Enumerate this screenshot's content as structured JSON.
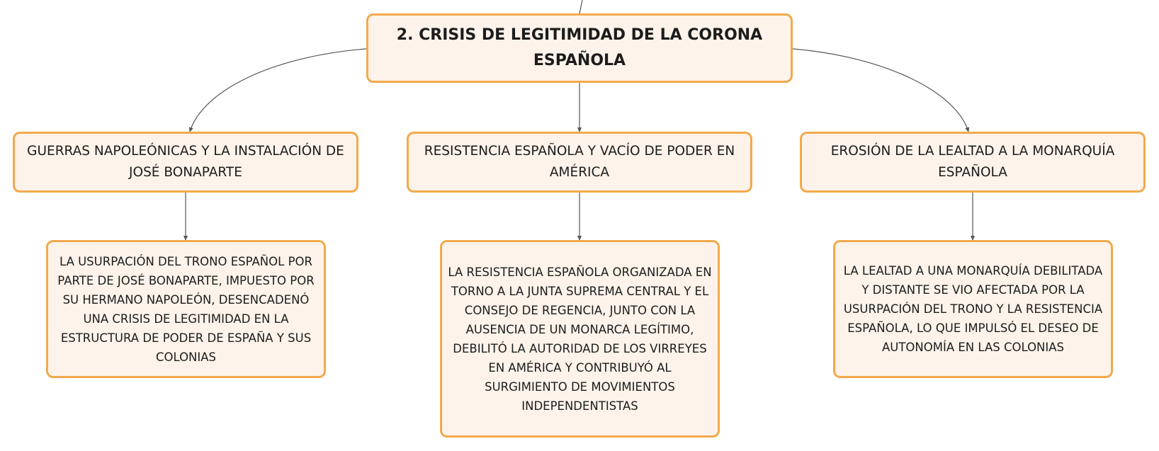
{
  "colors": {
    "node_fill": "#fdf3ea",
    "node_border": "#f3a94c",
    "connector": "#555555",
    "text": "#1c1c1c"
  },
  "root": {
    "label": "2. CRISIS DE LEGITIMIDAD DE LA CORONA ESPAÑOLA"
  },
  "topics": [
    {
      "label": "GUERRAS NAPOLEÓNICAS Y LA INSTALACIÓN DE JOSÉ BONAPARTE",
      "detail": "LA USURPACIÓN DEL TRONO ESPAÑOL POR PARTE DE JOSÉ BONAPARTE, IMPUESTO POR SU HERMANO NAPOLEÓN, DESENCADENÓ UNA CRISIS DE LEGITIMIDAD EN LA ESTRUCTURA DE PODER DE ESPAÑA Y SUS COLONIAS"
    },
    {
      "label": "RESISTENCIA ESPAÑOLA Y VACÍO DE PODER EN AMÉRICA",
      "detail": "LA RESISTENCIA ESPAÑOLA ORGANIZADA EN TORNO A LA JUNTA SUPREMA CENTRAL Y EL CONSEJO DE REGENCIA, JUNTO CON LA AUSENCIA DE UN MONARCA LEGÍTIMO, DEBILITÓ LA AUTORIDAD DE LOS VIRREYES EN AMÉRICA Y CONTRIBUYÓ AL SURGIMIENTO DE MOVIMIENTOS INDEPENDENTISTAS"
    },
    {
      "label": "EROSIÓN DE LA LEALTAD A LA MONARQUÍA ESPAÑOLA",
      "detail": "LA LEALTAD A UNA MONARQUÍA DEBILITADA Y DISTANTE SE VIO AFECTADA POR LA USURPACIÓN DEL TRONO Y LA RESISTENCIA ESPAÑOLA, LO QUE IMPULSÓ EL DESEO DE AUTONOMÍA EN LAS COLONIAS"
    }
  ]
}
